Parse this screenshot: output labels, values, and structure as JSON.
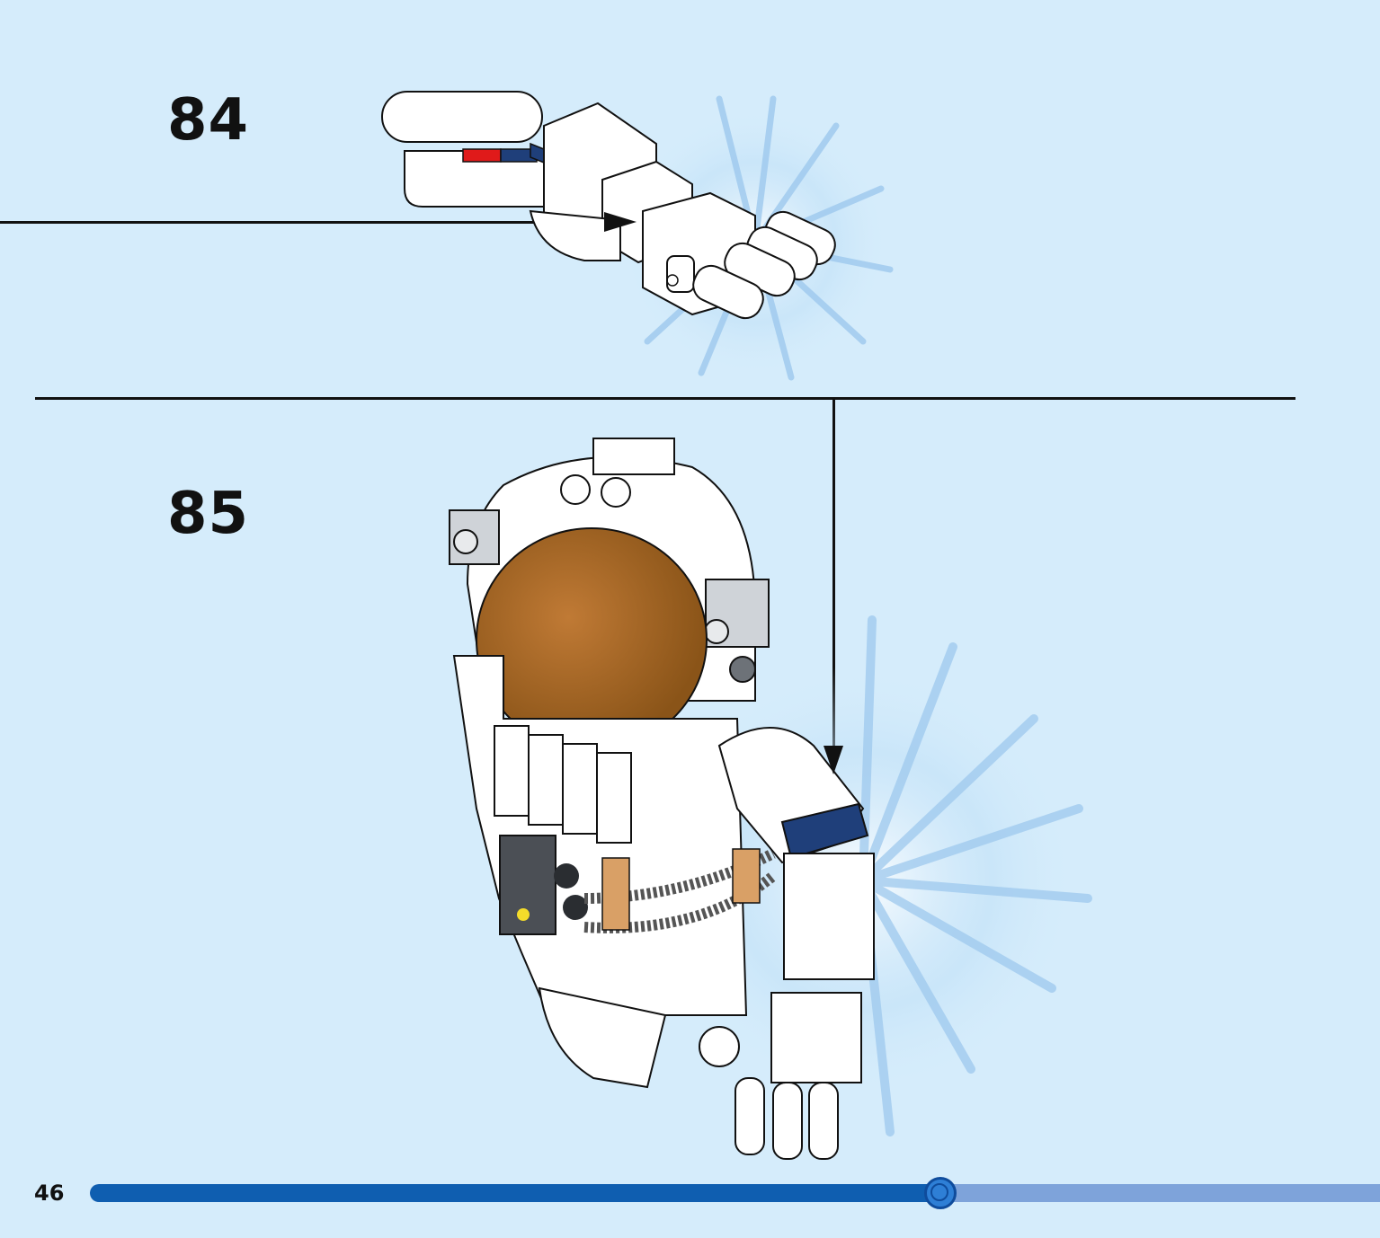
{
  "steps": [
    {
      "number": "84",
      "illustration": "robot-hand-subassembly"
    },
    {
      "number": "85",
      "illustration": "astronaut-arm-attach"
    }
  ],
  "footer": {
    "page_number": "46",
    "progress": 0.66
  },
  "colors": {
    "background": "#d5ecfb",
    "progress_fill": "#0f5eb0",
    "progress_track": "#7ea3da",
    "visor": "#a8682a",
    "accent_blue": "#1f3f7a",
    "accent_red": "#e01a1a"
  }
}
